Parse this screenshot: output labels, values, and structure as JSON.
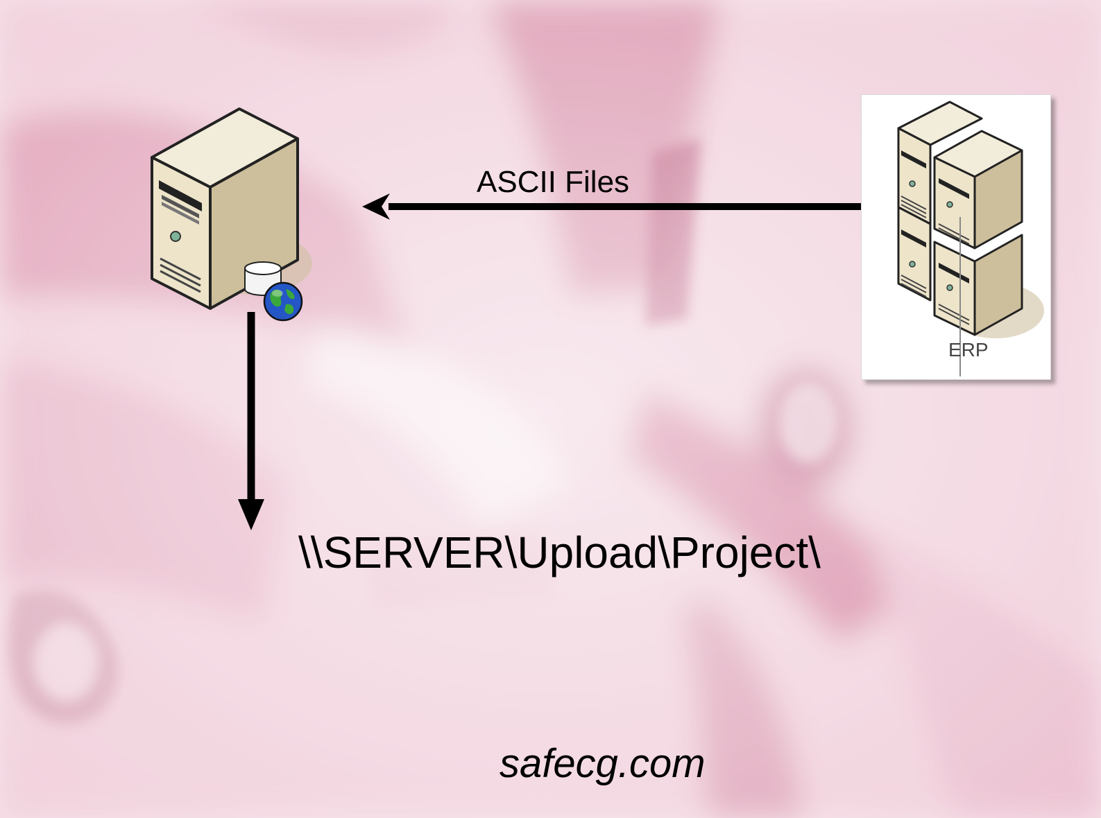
{
  "diagram": {
    "edge_label": "ASCII Files",
    "target_path": "\\\\SERVER\\Upload\\Project\\",
    "erp_label": "ERP",
    "footer": "safecg.com"
  },
  "colors": {
    "background": "#f6dce6",
    "background_streak": "#c2476f",
    "arrow": "#000000",
    "server_body": "#e6dcc0",
    "server_side": "#cbbf9e"
  },
  "icons": [
    "server-icon",
    "database-icon",
    "globe-icon",
    "server-cluster-icon"
  ]
}
